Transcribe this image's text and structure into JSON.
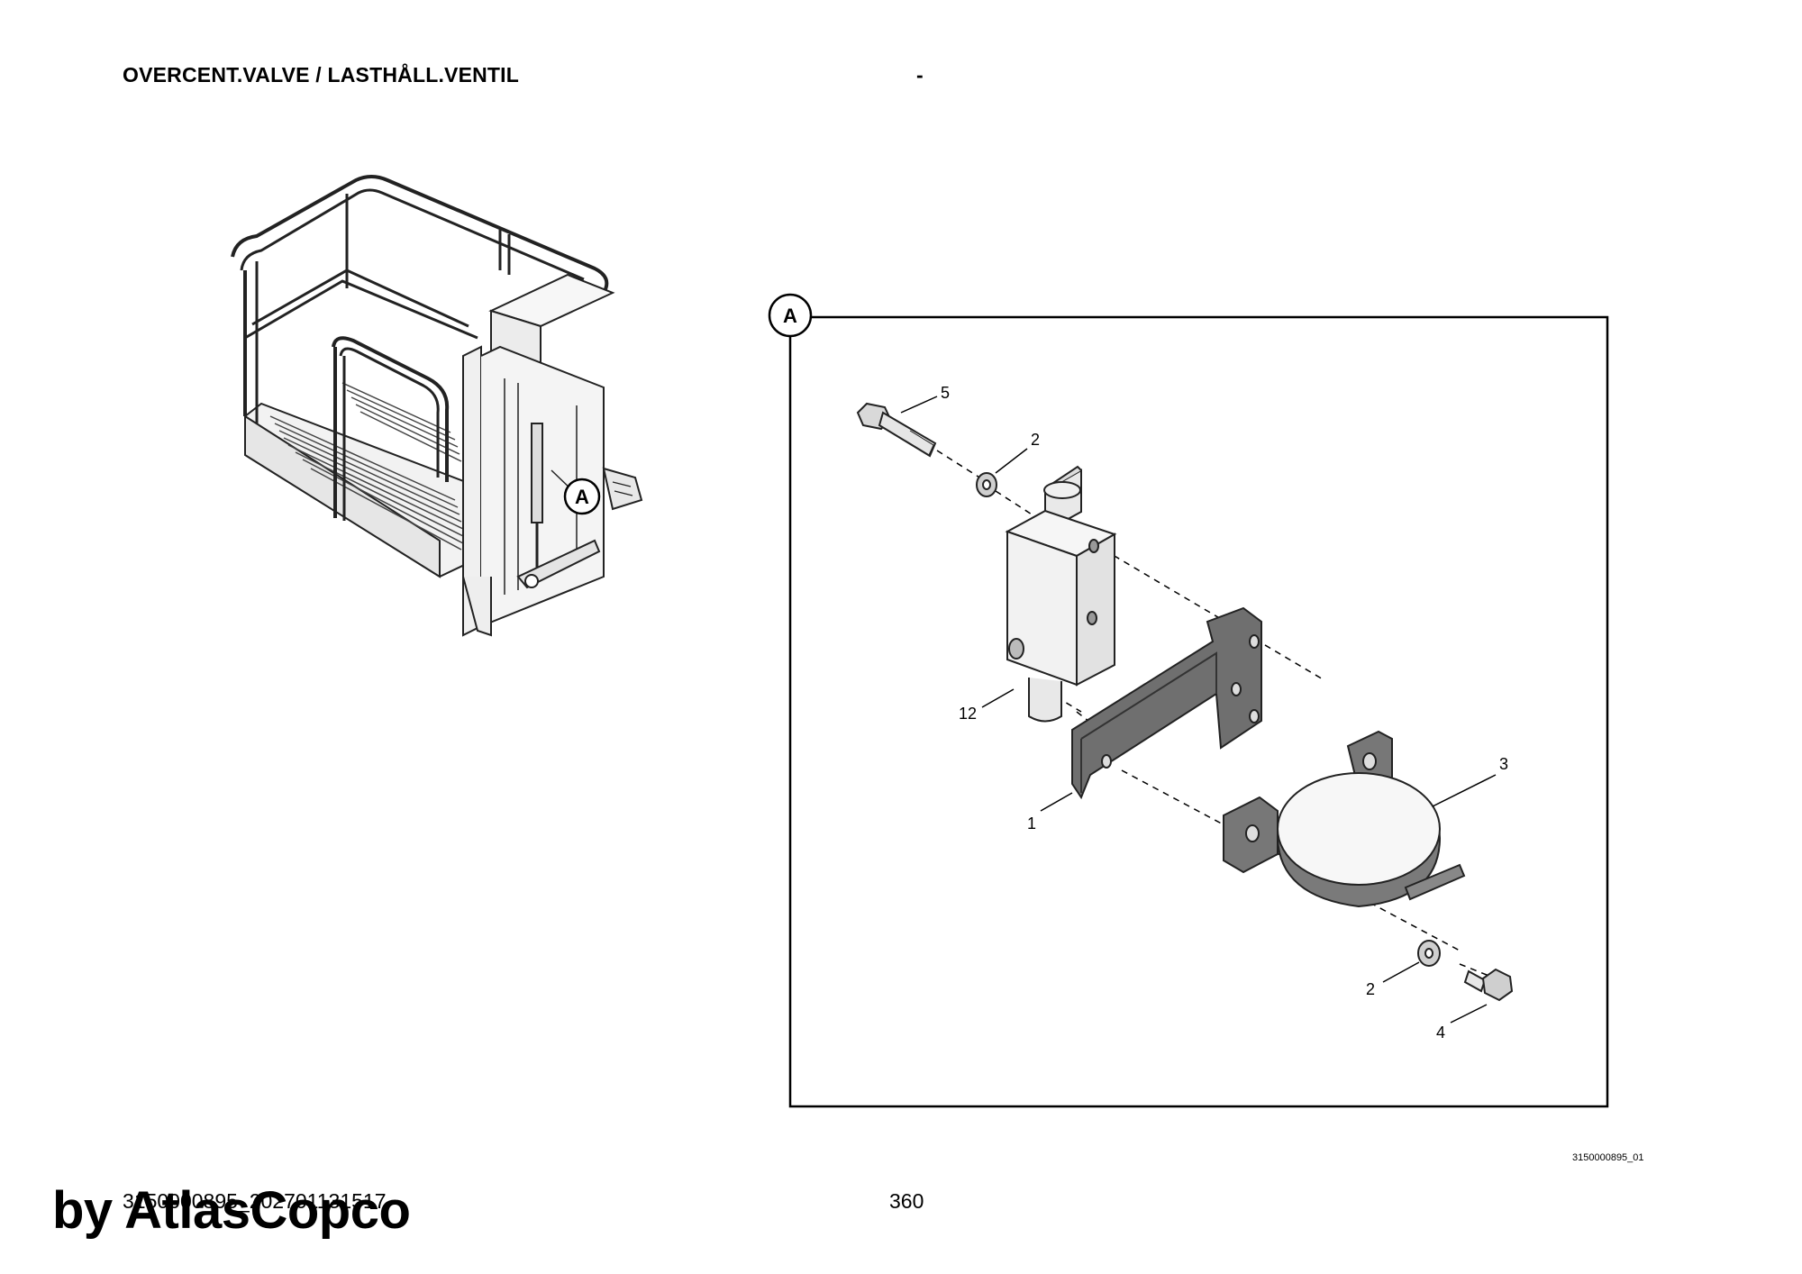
{
  "header": {
    "title": "OVERCENT.VALVE / LASTHÅLL.VENTIL",
    "separator": "-"
  },
  "overview": {
    "detail_marker": "A"
  },
  "detail": {
    "frame_label": "A",
    "callouts": [
      "5",
      "2",
      "12",
      "1",
      "3",
      "2",
      "4"
    ]
  },
  "footer": {
    "figure_id": "3150000895_01",
    "doc_code": "3150000895_202701131517",
    "page_number": "360",
    "watermark": "by AtlasCopco"
  }
}
